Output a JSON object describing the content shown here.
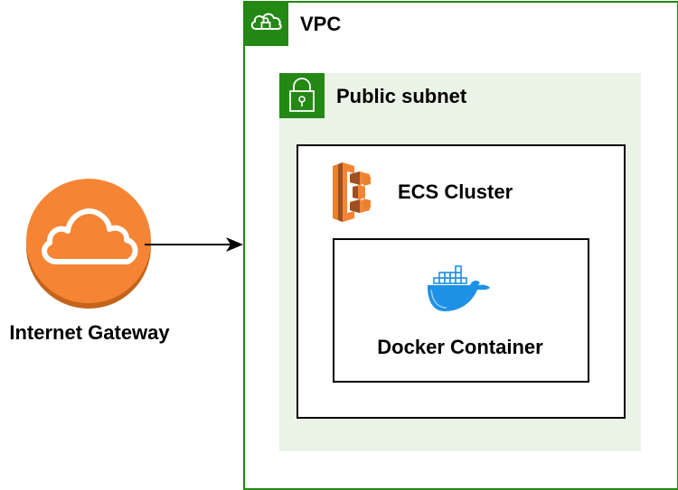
{
  "diagram": {
    "vpc": {
      "label": "VPC",
      "icon": "vpc-cloud-lock-icon"
    },
    "public_subnet": {
      "label": "Public subnet",
      "icon": "subnet-lock-icon"
    },
    "ecs_cluster": {
      "label": "ECS Cluster",
      "icon": "ecs-icon"
    },
    "docker_container": {
      "label": "Docker Container",
      "icon": "docker-whale-icon"
    },
    "internet_gateway": {
      "label": "Internet Gateway",
      "icon": "internet-gateway-cloud-icon"
    },
    "connection": {
      "from": "Internet Gateway",
      "to": "VPC",
      "style": "arrow"
    }
  },
  "colors": {
    "vpc_green": "#248814",
    "subnet_fill": "#e9f3e6",
    "igw_orange": "#f58534",
    "igw_orange_dark": "#c4641b",
    "ecs_orange": "#e7832d",
    "docker_blue": "#1d91e5"
  }
}
